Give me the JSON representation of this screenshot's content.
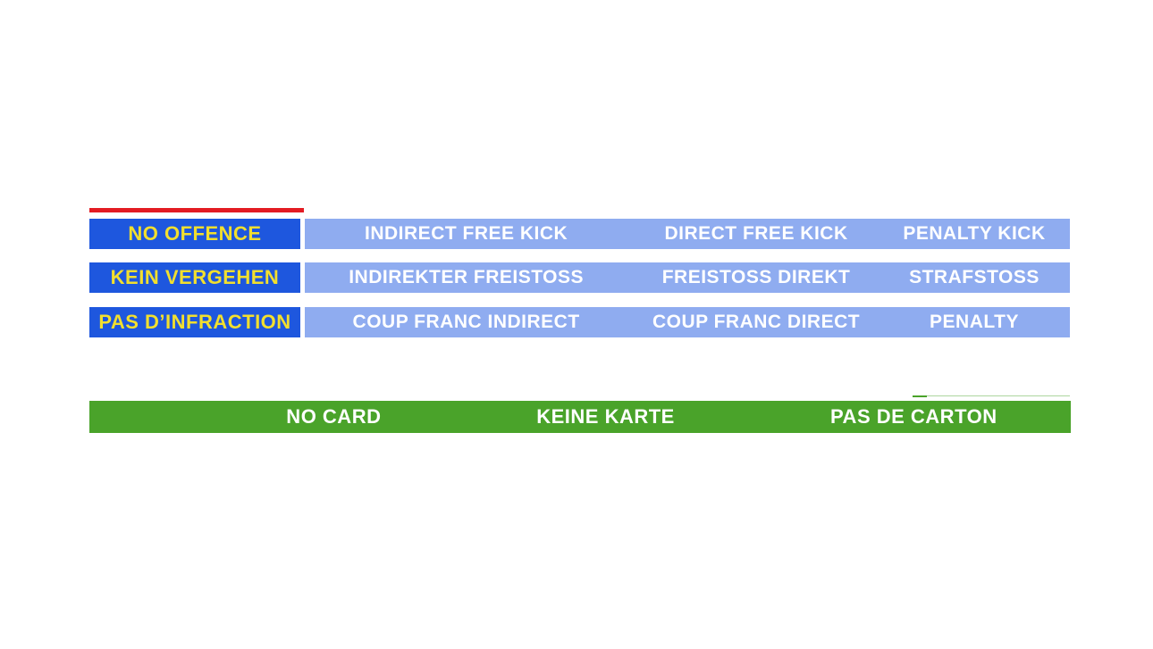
{
  "colors": {
    "red": "#e31b23",
    "label_blue": "#1e57de",
    "label_text": "#f2df2e",
    "bar_blue": "#8facf0",
    "bar_text": "#ffffff",
    "green": "#4aa32a"
  },
  "decision_table": {
    "rows": [
      {
        "label": "NO OFFENCE",
        "cells": [
          "INDIRECT FREE KICK",
          "DIRECT FREE KICK",
          "PENALTY KICK"
        ]
      },
      {
        "label": "KEIN VERGEHEN",
        "cells": [
          "INDIREKTER FREISTOSS",
          "FREISTOSS DIREKT",
          "STRAFSTOSS"
        ]
      },
      {
        "label": "PAS D’INFRACTION",
        "cells": [
          "COUP FRANC INDIRECT",
          "COUP FRANC DIRECT",
          "PENALTY"
        ]
      }
    ]
  },
  "card_bar": {
    "cells": [
      "NO CARD",
      "KEINE KARTE",
      "PAS DE CARTON"
    ]
  }
}
